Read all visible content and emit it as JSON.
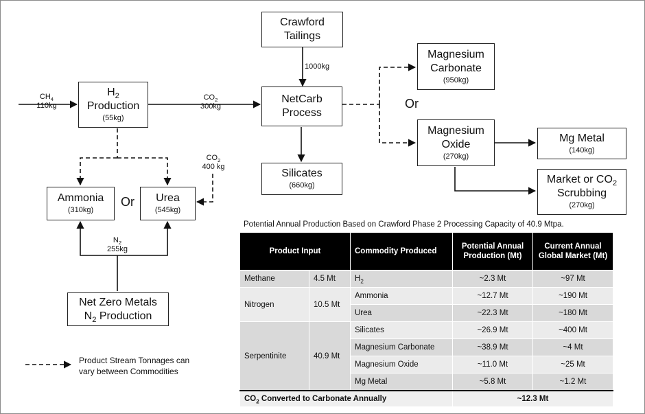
{
  "boxes": {
    "crawford": {
      "line1": "Crawford",
      "line2": "Tailings"
    },
    "h2": {
      "sym": "H",
      "sub": "2",
      "line2": "Production",
      "qty": "(55kg)"
    },
    "netcarb": {
      "line1": "NetCarb",
      "line2": "Process"
    },
    "mgcarb": {
      "line1": "Magnesium",
      "line2": "Carbonate",
      "qty": "(950kg)"
    },
    "mgoxide": {
      "line1": "Magnesium",
      "line2": "Oxide",
      "qty": "(270kg)"
    },
    "mgmetal": {
      "line1": "Mg Metal",
      "qty": "(140kg)"
    },
    "market": {
      "line1": "Market or CO",
      "sub": "2",
      "line2": "Scrubbing",
      "qty": "(270kg)"
    },
    "silicates": {
      "line1": "Silicates",
      "qty": "(660kg)"
    },
    "ammonia": {
      "line1": "Ammonia",
      "qty": "(310kg)"
    },
    "urea": {
      "line1": "Urea",
      "qty": "(545kg)"
    },
    "netzero": {
      "line1": "Net Zero Metals",
      "line2a": "N",
      "sub": "2",
      "line2b": " Production"
    }
  },
  "labels": {
    "ch4_sym": "CH",
    "ch4_sub": "4",
    "ch4_qty": "110kg",
    "co2_sym": "CO",
    "co2_sub": "2",
    "co2_qty": "300kg",
    "tailings_qty": "1000kg",
    "co2b_sym": "CO",
    "co2b_sub": "2",
    "co2b_qty": "400 kg",
    "n2_sym": "N",
    "n2_sub": "2",
    "n2_qty": "255kg",
    "or1": "Or",
    "or2": "Or"
  },
  "legend": {
    "line1": "Product Stream Tonnages can",
    "line2": "vary between Commodities"
  },
  "table": {
    "caption": "Potential Annual Production Based on Crawford Phase 2 Processing Capacity of 40.9 Mtpa.",
    "headers": {
      "input": "Product Input",
      "commodity": "Commodity Produced",
      "potential": "Potential Annual Production (Mt)",
      "market": "Current Annual Global Market (Mt)"
    },
    "inputs": {
      "methane": {
        "name": "Methane",
        "amount": "4.5 Mt"
      },
      "nitrogen": {
        "name": "Nitrogen",
        "amount": "10.5 Mt"
      },
      "serpentinite": {
        "name": "Serpentinite",
        "amount": "40.9 Mt"
      }
    },
    "rows": [
      {
        "commodity": "H",
        "commodity_sub": "2",
        "potential": "~2.3 Mt",
        "market": "~97 Mt"
      },
      {
        "commodity": "Ammonia",
        "potential": "~12.7 Mt",
        "market": "~190 Mt"
      },
      {
        "commodity": "Urea",
        "potential": "~22.3 Mt",
        "market": "~180 Mt"
      },
      {
        "commodity": "Silicates",
        "potential": "~26.9 Mt",
        "market": "~400 Mt"
      },
      {
        "commodity": "Magnesium Carbonate",
        "potential": "~38.9 Mt",
        "market": "~4 Mt"
      },
      {
        "commodity": "Magnesium Oxide",
        "potential": "~11.0 Mt",
        "market": "~25 Mt"
      },
      {
        "commodity": "Mg Metal",
        "potential": "~5.8 Mt",
        "market": "~1.2 Mt"
      }
    ],
    "total": {
      "label_pre": "CO",
      "label_sub": "2",
      "label_post": " Converted to Carbonate Annually",
      "value": "~12.3 Mt"
    }
  }
}
